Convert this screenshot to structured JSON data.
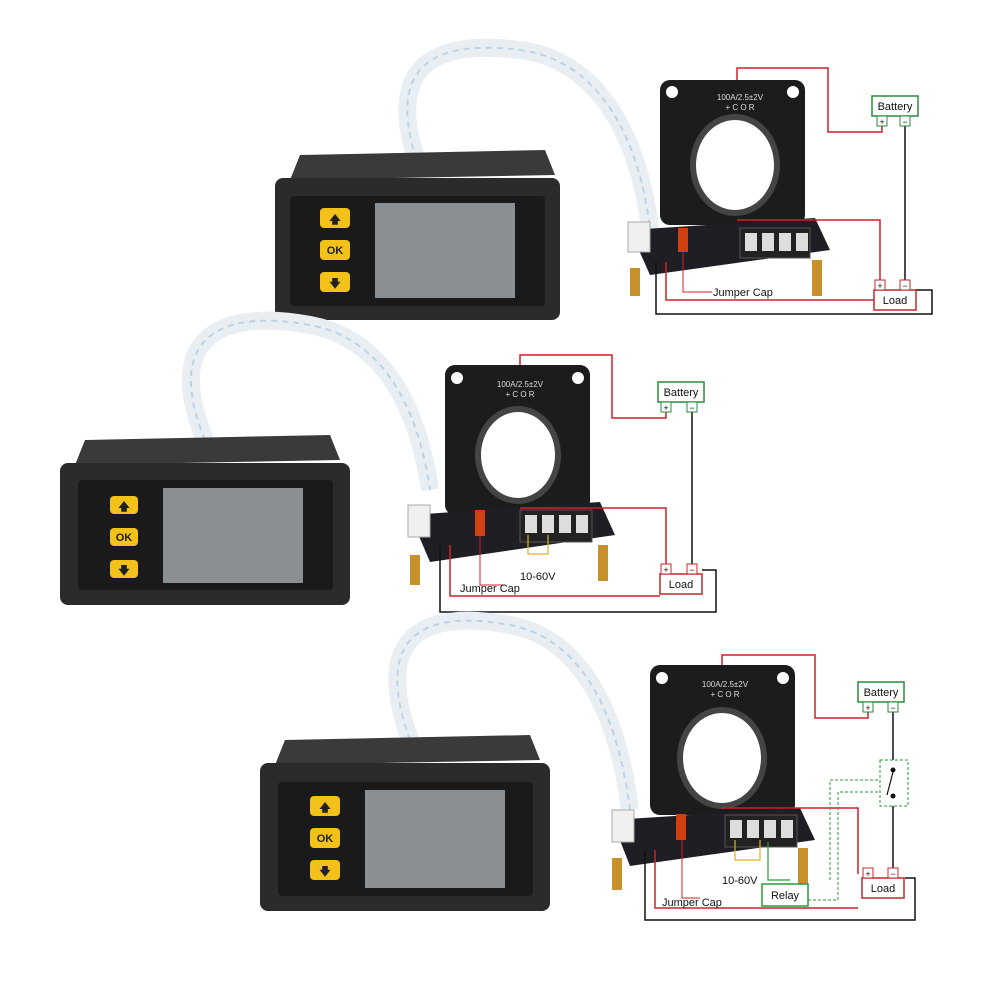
{
  "colors": {
    "wire_red": "#d0202a",
    "wire_black": "#111111",
    "wire_yellow": "#e0b020",
    "wire_green": "#2a9a3a",
    "battery_box": "#2a8a3a",
    "load_box": "#c02a2a",
    "relay_box": "#2a9a3a",
    "meter_body": "#2b2b2b",
    "button": "#f2c21a",
    "screen": "#8a8f93"
  },
  "panels": [
    {
      "battery_label": "Battery",
      "battery_plus": "+",
      "battery_minus": "−",
      "load_label": "Load",
      "load_plus": "+",
      "load_minus": "−",
      "jumper_label": "Jumper Cap",
      "sensor_label": "100A/2.5±2V",
      "sensor_sub": "+ C O R",
      "button_up": "🡅",
      "button_ok": "OK",
      "button_down": "🡇"
    },
    {
      "battery_label": "Battery",
      "battery_plus": "+",
      "battery_minus": "−",
      "load_label": "Load",
      "load_plus": "+",
      "load_minus": "−",
      "jumper_label": "Jumper Cap",
      "voltage_label": "10-60V",
      "sensor_label": "100A/2.5±2V",
      "sensor_sub": "+ C O R",
      "button_up": "🡅",
      "button_ok": "OK",
      "button_down": "🡇"
    },
    {
      "battery_label": "Battery",
      "battery_plus": "+",
      "battery_minus": "−",
      "load_label": "Load",
      "load_plus": "+",
      "load_minus": "−",
      "jumper_label": "Jumper Cap",
      "voltage_label": "10-60V",
      "relay_label": "Relay",
      "sensor_label": "100A/2.5±2V",
      "sensor_sub": "+ C O R",
      "button_up": "🡅",
      "button_ok": "OK",
      "button_down": "🡇"
    }
  ]
}
